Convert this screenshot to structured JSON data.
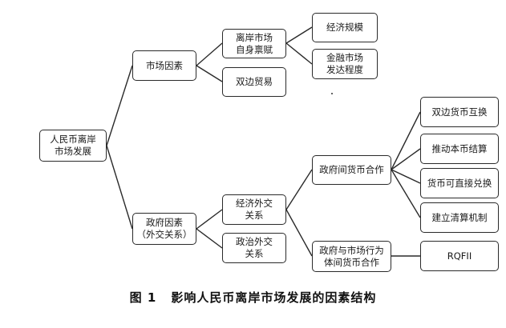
{
  "diagram": {
    "root": "人民币离岸\n市场发展",
    "market_factors": "市场因素",
    "offshore_endowment": "离岸市场\n自身禀赋",
    "economic_scale": "经济规模",
    "financial_development": "金融市场\n发达程度",
    "bilateral_trade": "双边贸易",
    "government_factors": "政府因素\n（外交关系）",
    "economic_diplomacy": "经济外交\n关系",
    "political_diplomacy": "政治外交\n关系",
    "intergov_cooperation": "政府间货币合作",
    "gov_market_cooperation": "政府与市场行为\n体间货币合作",
    "currency_swap": "双边货币互换",
    "local_currency_settlement": "推动本币结算",
    "direct_exchange": "货币可直接兑换",
    "clearing_mechanism": "建立清算机制",
    "rqfii": "RQFII"
  },
  "caption": {
    "number": "图 1",
    "title": "影响人民币离岸市场发展的因素结构"
  }
}
